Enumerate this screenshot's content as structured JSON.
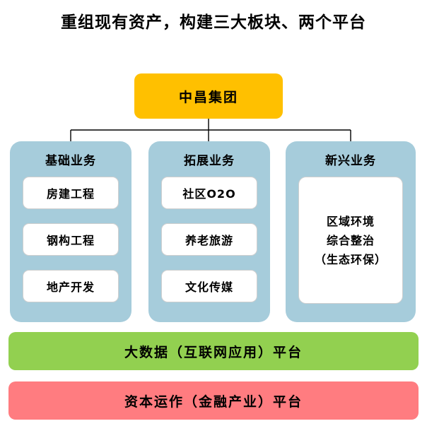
{
  "title": "重组现有资产，构建三大板块、两个平台",
  "root": {
    "label": "中昌集团",
    "color": "#FFC000"
  },
  "columns": [
    {
      "header": "基础业务",
      "color": "#A6CCDB",
      "items": [
        "房建工程",
        "钢构工程",
        "地产开发"
      ]
    },
    {
      "header": "拓展业务",
      "color": "#A6CCDB",
      "items": [
        "社区O2O",
        "养老旅游",
        "文化传媒"
      ]
    },
    {
      "header": "新兴业务",
      "color": "#A6CCDB",
      "tall_item": {
        "lines": [
          "区域环境",
          "综合整治",
          "（生态环保）"
        ]
      }
    }
  ],
  "platforms": [
    {
      "label": "大数据（互联网应用）平台",
      "color": "#92D050"
    },
    {
      "label": "资本运作（金融产业）平台",
      "color": "#FF7C80"
    }
  ],
  "connector_color": "#000000"
}
